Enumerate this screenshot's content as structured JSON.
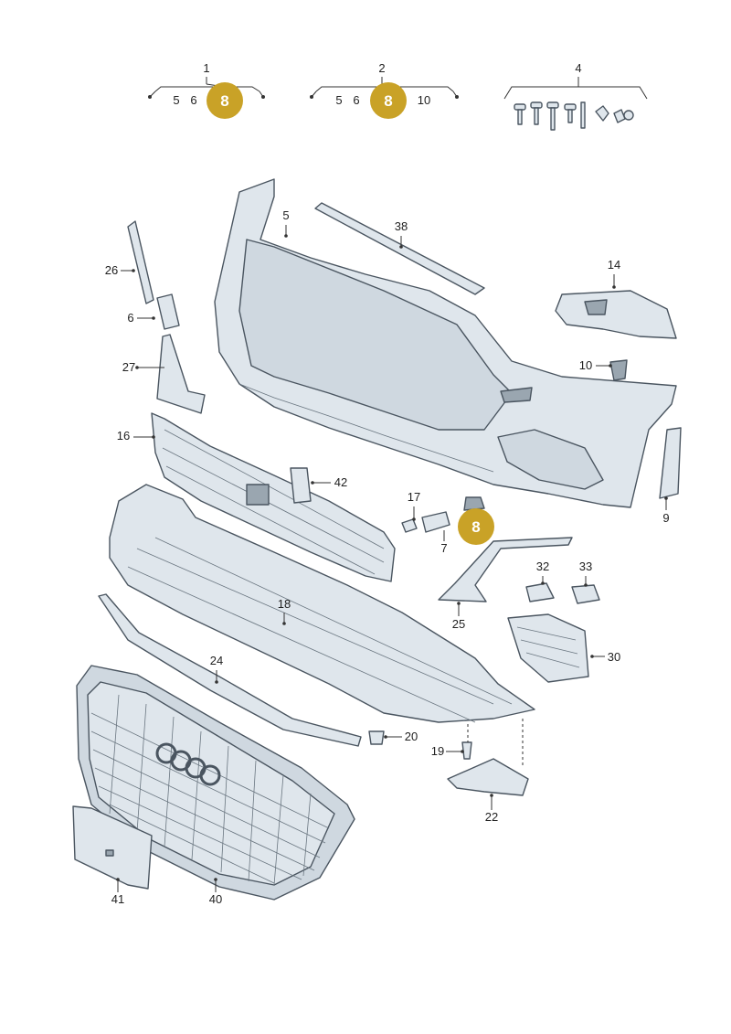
{
  "badge_color": "#c9a227",
  "groups": [
    {
      "id": "1",
      "items": [
        "5",
        "6"
      ],
      "badge": "8"
    },
    {
      "id": "2",
      "items": [
        "5",
        "6",
        "10"
      ],
      "badge": "8"
    },
    {
      "id": "4"
    }
  ],
  "callouts": {
    "p5": "5",
    "p38": "38",
    "p26": "26",
    "p14": "14",
    "p6": "6",
    "p27": "27",
    "p10": "10",
    "p16": "16",
    "p42": "42",
    "p9": "9",
    "p17": "17",
    "p7": "7",
    "p8": "8",
    "p32": "32",
    "p33": "33",
    "p25": "25",
    "p18": "18",
    "p30": "30",
    "p24": "24",
    "p20": "20",
    "p19": "19",
    "p22": "22",
    "p41": "41",
    "p40": "40"
  }
}
